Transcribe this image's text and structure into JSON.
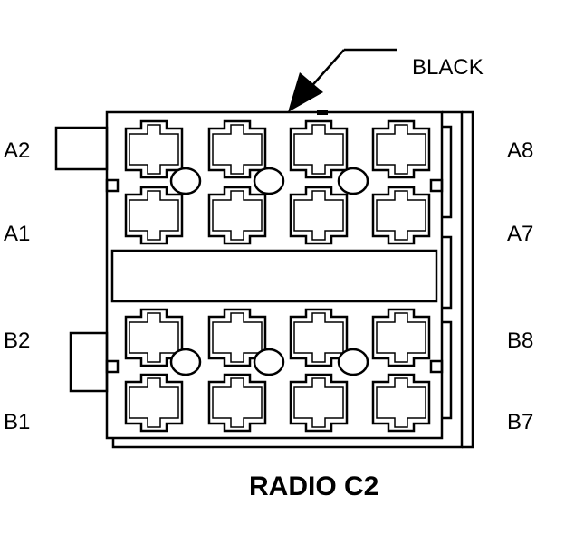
{
  "title": "RADIO C2",
  "color_label": "BLACK",
  "pins_left": [
    "A2",
    "A1",
    "B2",
    "B1"
  ],
  "pins_right": [
    "A8",
    "A7",
    "B8",
    "B7"
  ],
  "style": {
    "stroke": "#000000",
    "fill": "#ffffff"
  }
}
